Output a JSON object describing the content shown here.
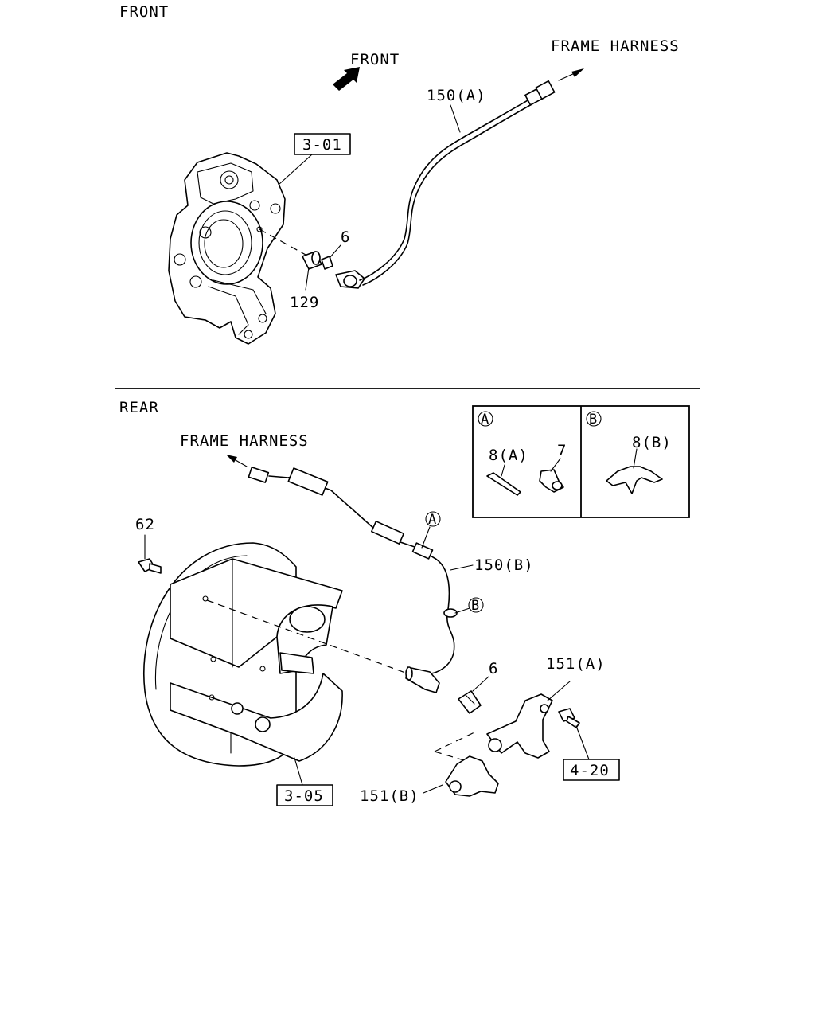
{
  "front_section": {
    "title": "FRONT",
    "direction_label": "FRONT",
    "harness_label": "FRAME HARNESS",
    "ref_box": "3-01",
    "callouts": {
      "sensor": "150(A)",
      "ring": "6",
      "bushing": "129"
    }
  },
  "rear_section": {
    "title": "REAR",
    "harness_label": "FRAME HARNESS",
    "ref_box_drum": "3-05",
    "ref_box_bolt": "4-20",
    "callouts": {
      "bolt": "62",
      "sensor": "150(B)",
      "ring": "6",
      "bracket_a": "151(A)",
      "bracket_b": "151(B)",
      "point_a": "A",
      "point_b": "B"
    }
  },
  "detail_box": {
    "panel_a": {
      "letter": "A",
      "clip_label": "8(A)",
      "grommet_label": "7"
    },
    "panel_b": {
      "letter": "B",
      "clip_label": "8(B)"
    }
  }
}
